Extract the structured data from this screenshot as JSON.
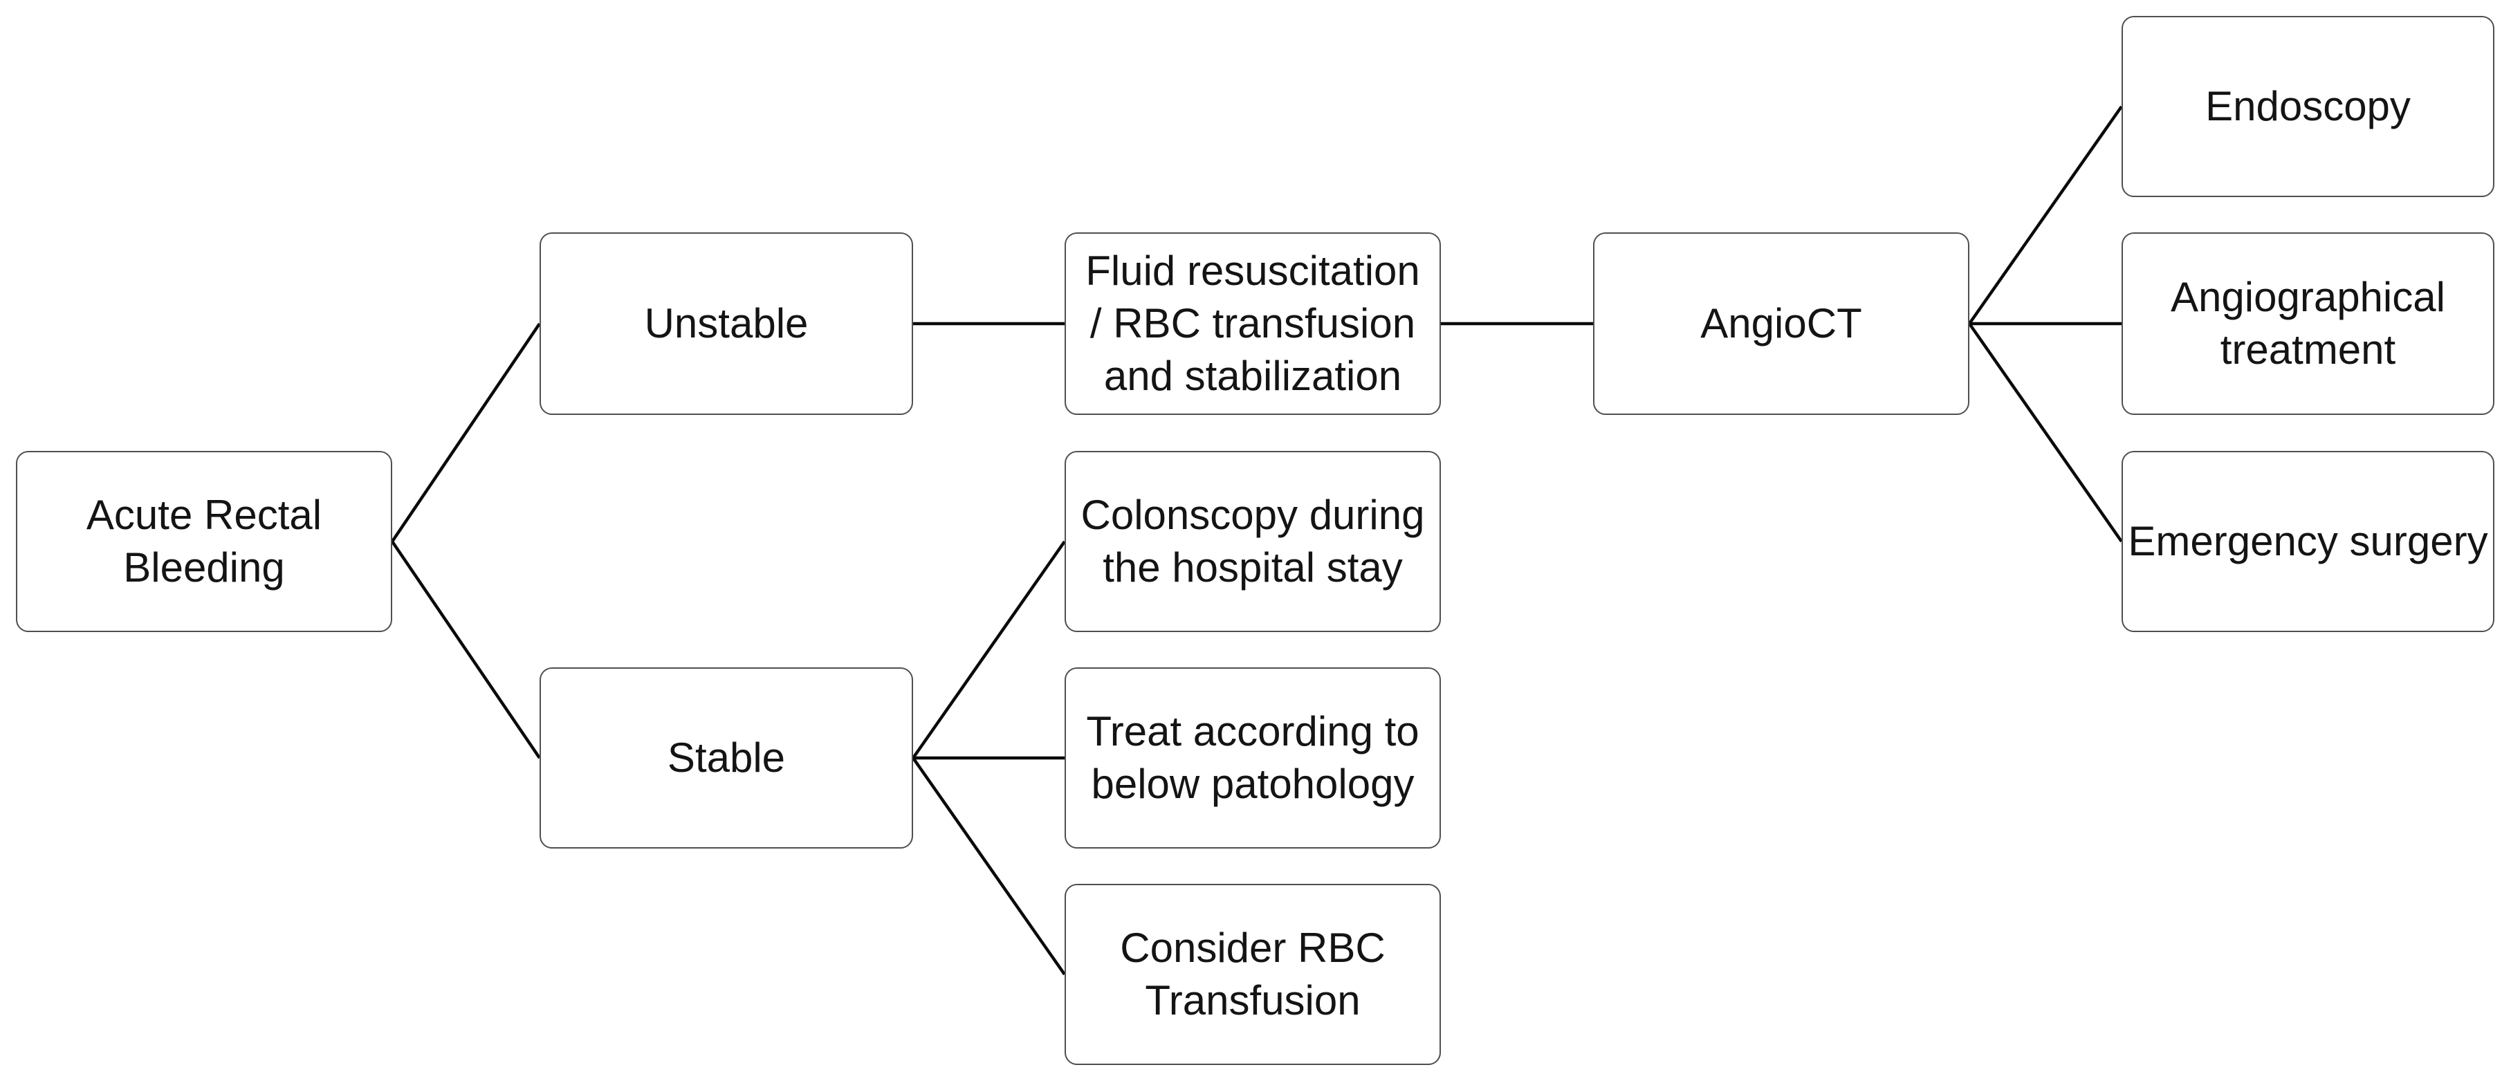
{
  "diagram": {
    "background_color": "#ffffff",
    "box_fill_color": "#ffffff",
    "box_border_color": "#4f4f4f",
    "connector_color": "#0a0a0a",
    "text_color": "#141414",
    "nodes": [
      {
        "id": "acute",
        "label": "Acute Rectal\nBleeding"
      },
      {
        "id": "unstable",
        "label": "Unstable"
      },
      {
        "id": "fluid",
        "label": "Fluid resuscitation\n/ RBC transfusion\nand stabilization"
      },
      {
        "id": "angioct",
        "label": "AngioCT"
      },
      {
        "id": "endoscopy",
        "label": "Endoscopy"
      },
      {
        "id": "angiographical",
        "label": "Angiographical\ntreatment"
      },
      {
        "id": "emergency",
        "label": "Emergency surgery"
      },
      {
        "id": "colonscopy",
        "label": "Colonscopy during\nthe hospital stay"
      },
      {
        "id": "stable",
        "label": "Stable"
      },
      {
        "id": "treat",
        "label": "Treat according to\nbelow patohology"
      },
      {
        "id": "consider",
        "label": "Consider RBC\nTransfusion"
      }
    ],
    "edges": [
      {
        "from": "acute",
        "to": "unstable"
      },
      {
        "from": "acute",
        "to": "stable"
      },
      {
        "from": "unstable",
        "to": "fluid"
      },
      {
        "from": "fluid",
        "to": "angioct"
      },
      {
        "from": "angioct",
        "to": "endoscopy"
      },
      {
        "from": "angioct",
        "to": "angiographical"
      },
      {
        "from": "angioct",
        "to": "emergency"
      },
      {
        "from": "stable",
        "to": "colonscopy"
      },
      {
        "from": "stable",
        "to": "treat"
      },
      {
        "from": "stable",
        "to": "consider"
      }
    ]
  }
}
